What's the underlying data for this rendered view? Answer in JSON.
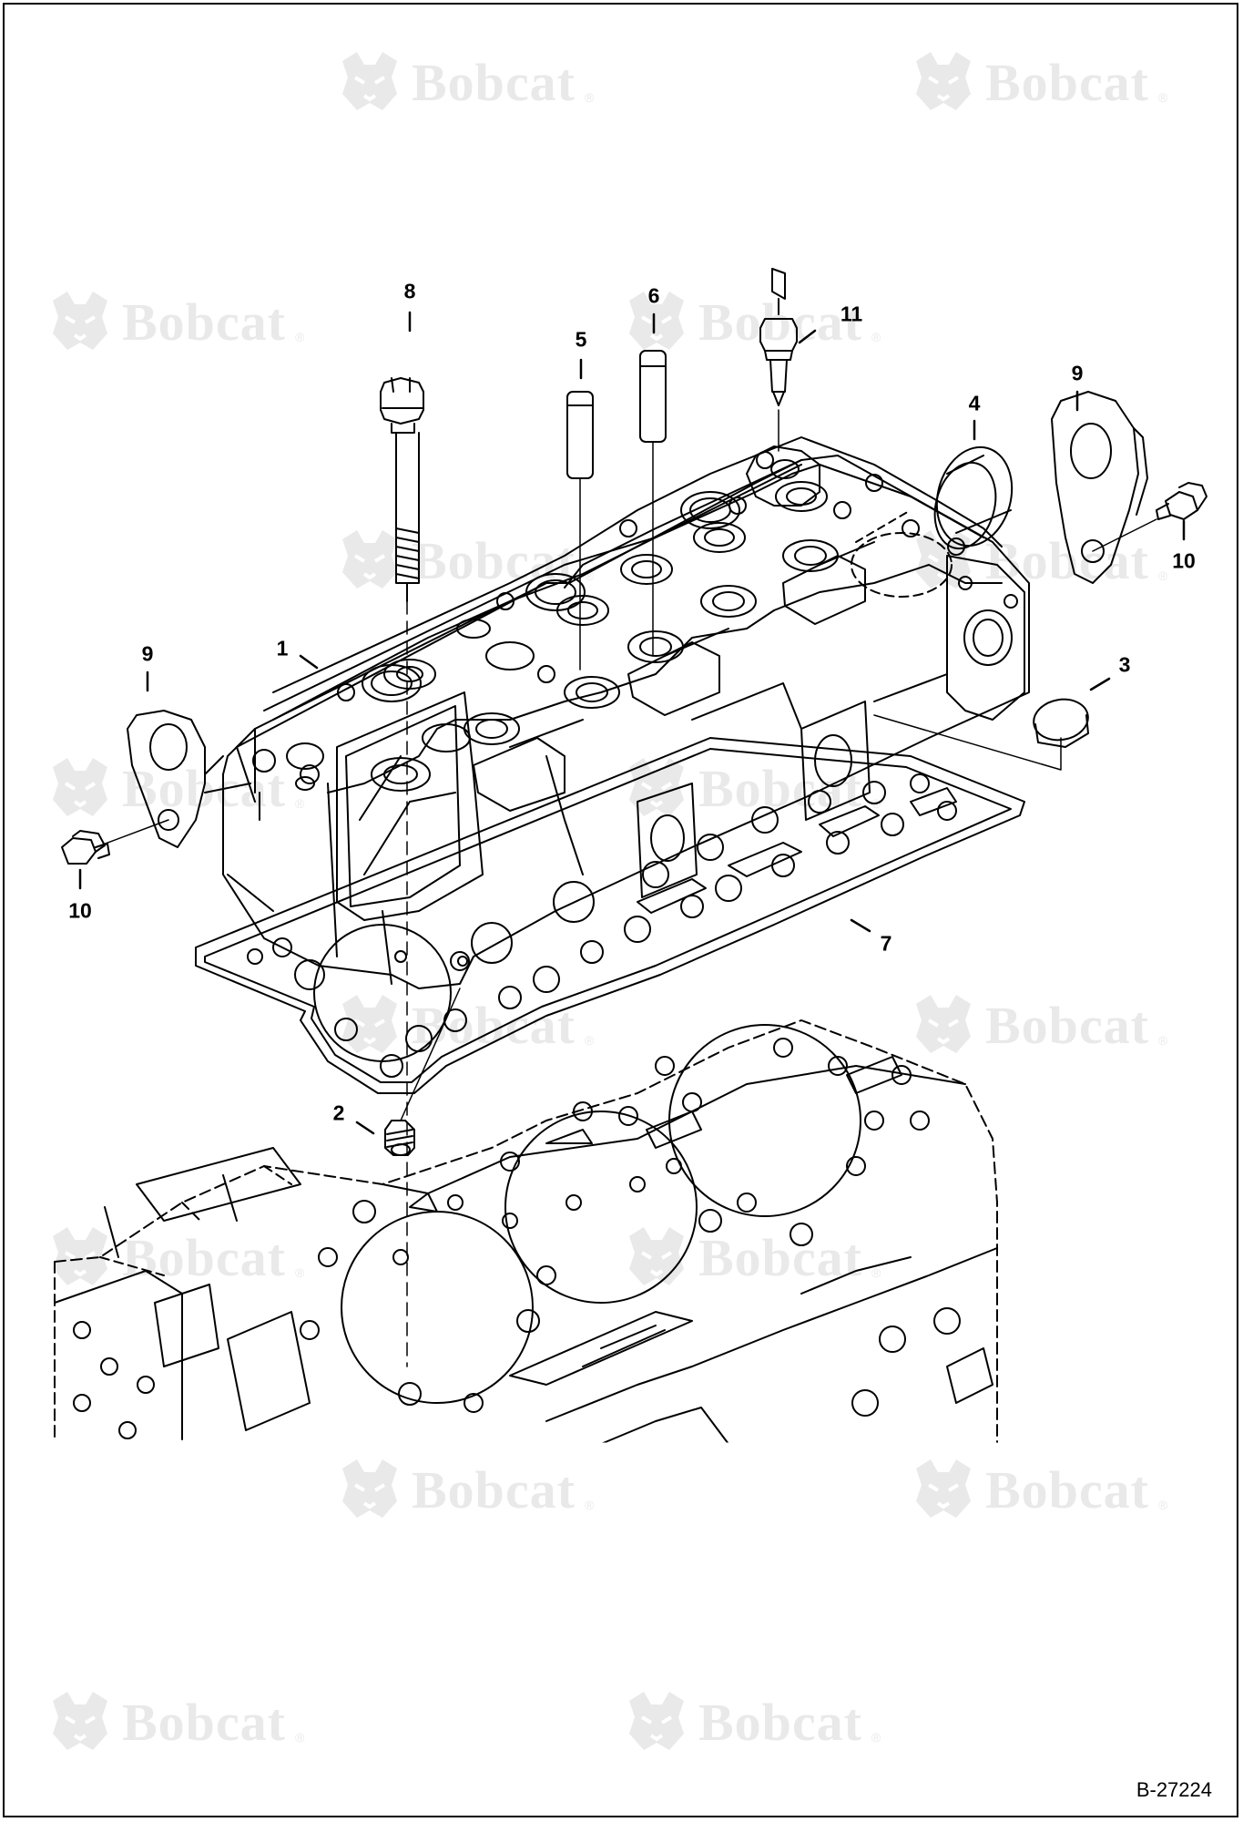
{
  "watermark": {
    "brand": "Bobcat",
    "reg": "®",
    "icon": "bobcat-head-icon"
  },
  "figure_id": "B-27224",
  "callouts": {
    "c1": "1",
    "c2": "2",
    "c3": "3",
    "c4": "4",
    "c5": "5",
    "c6": "6",
    "c7": "7",
    "c8": "8",
    "c9a": "9",
    "c9b": "9",
    "c10a": "10",
    "c10b": "10",
    "c11": "11"
  },
  "colors": {
    "line": "#000000",
    "watermark": "#e9e9e9"
  }
}
